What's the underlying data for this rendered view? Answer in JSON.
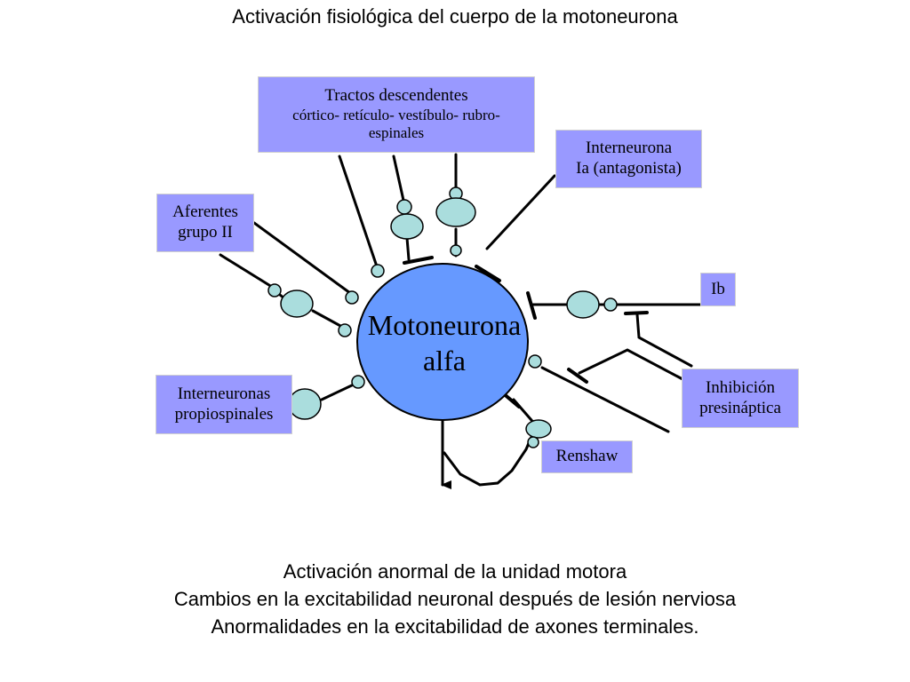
{
  "title": "Activación fisiológica del cuerpo de la motoneurona",
  "soma": {
    "line1": "Motoneurona",
    "line2": "alfa",
    "color": "#6699ff"
  },
  "boxes": {
    "tractos": {
      "line1": "Tractos descendentes",
      "line2": "córtico- retículo- vestíbulo- rubro-",
      "line3": "espinales"
    },
    "interneurona_ia": {
      "line1": "Interneurona",
      "line2": "Ia (antagonista)"
    },
    "aferentes": {
      "line1": "Aferentes",
      "line2": "grupo II"
    },
    "ib": {
      "line1": "Ib"
    },
    "interneuronas_prop": {
      "line1": "Interneuronas",
      "line2": "propiospinales"
    },
    "inhibicion": {
      "line1": "Inhibición",
      "line2": "presináptica"
    },
    "renshaw": {
      "line1": "Renshaw"
    }
  },
  "bottom_text": [
    "Activación anormal de la unidad motora",
    "Cambios en la excitabilidad neuronal después de lesión nerviosa",
    "Anormalidades en la excitabilidad de axones terminales."
  ],
  "colors": {
    "box_fill": "#9999ff",
    "terminal_fill": "#aadddd",
    "line": "#000000"
  }
}
